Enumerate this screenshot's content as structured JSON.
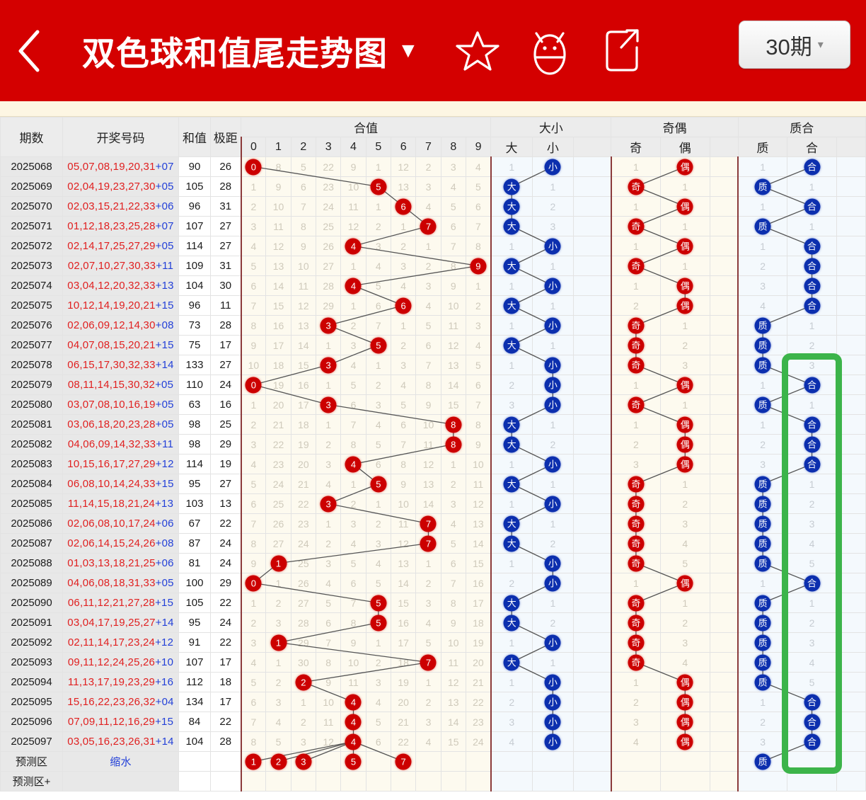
{
  "header": {
    "back_icon": "chevron-left-icon",
    "title": "双色球和值尾走势图",
    "title_caret": "▼",
    "icons": [
      "star-icon",
      "robot-icon",
      "share-icon"
    ],
    "period_label": "30期",
    "period_caret": "▾",
    "bar_color": "#d40000"
  },
  "columns": {
    "issue": "期数",
    "numbers": "开奖号码",
    "sum": "和值",
    "span": "极距",
    "groups": [
      {
        "name": "合值",
        "subs": [
          "0",
          "1",
          "2",
          "3",
          "4",
          "5",
          "6",
          "7",
          "8",
          "9"
        ]
      },
      {
        "name": "大小",
        "subs": [
          "大",
          "小"
        ]
      },
      {
        "name": "奇偶",
        "subs": [
          "奇",
          "偶"
        ]
      },
      {
        "name": "质合",
        "subs": [
          "质",
          "合"
        ]
      }
    ]
  },
  "chart_data": {
    "type": "table",
    "title": "双色球和值尾走势图",
    "columns": [
      "期数",
      "开奖号码",
      "和值",
      "极距",
      "合值 0-9",
      "大小",
      "奇偶",
      "质合"
    ],
    "sumtail_axis": [
      0,
      1,
      2,
      3,
      4,
      5,
      6,
      7,
      8,
      9
    ],
    "rows": [
      {
        "issue": "2025068",
        "reds": "05,07,08,19,20,31",
        "blue": "07",
        "sum": 90,
        "span": 26,
        "tail": 0,
        "miss": [
          0,
          8,
          5,
          22,
          9,
          1,
          12,
          2,
          3,
          4
        ],
        "ds": "小",
        "ds_miss": {
          "大": "1",
          "小": ""
        },
        "oe": "偶",
        "oe_miss": {
          "奇": "1",
          "偶": ""
        },
        "pc": "合",
        "pc_miss": {
          "质": "1",
          "合": ""
        }
      },
      {
        "issue": "2025069",
        "reds": "02,04,19,23,27,30",
        "blue": "05",
        "sum": 105,
        "span": 28,
        "tail": 5,
        "miss": [
          1,
          9,
          6,
          23,
          10,
          5,
          13,
          3,
          4,
          5
        ],
        "ds": "大",
        "ds_miss": {
          "大": "",
          "小": "1"
        },
        "oe": "奇",
        "oe_miss": {
          "奇": "",
          "偶": "1"
        },
        "pc": "质",
        "pc_miss": {
          "质": "",
          "合": "1"
        }
      },
      {
        "issue": "2025070",
        "reds": "02,03,15,21,22,33",
        "blue": "06",
        "sum": 96,
        "span": 31,
        "tail": 6,
        "miss": [
          2,
          10,
          7,
          24,
          11,
          1,
          6,
          4,
          5,
          6
        ],
        "ds": "大",
        "ds_miss": {
          "大": "",
          "小": "2"
        },
        "oe": "偶",
        "oe_miss": {
          "奇": "1",
          "偶": ""
        },
        "pc": "合",
        "pc_miss": {
          "质": "1",
          "合": ""
        }
      },
      {
        "issue": "2025071",
        "reds": "01,12,18,23,25,28",
        "blue": "07",
        "sum": 107,
        "span": 27,
        "tail": 7,
        "miss": [
          3,
          11,
          8,
          25,
          12,
          2,
          1,
          7,
          6,
          7
        ],
        "ds": "大",
        "ds_miss": {
          "大": "",
          "小": "3"
        },
        "oe": "奇",
        "oe_miss": {
          "奇": "",
          "偶": "1"
        },
        "pc": "质",
        "pc_miss": {
          "质": "",
          "合": "1"
        }
      },
      {
        "issue": "2025072",
        "reds": "02,14,17,25,27,29",
        "blue": "05",
        "sum": 114,
        "span": 27,
        "tail": 4,
        "miss": [
          4,
          12,
          9,
          26,
          4,
          3,
          2,
          1,
          7,
          8
        ],
        "ds": "小",
        "ds_miss": {
          "大": "1",
          "小": ""
        },
        "oe": "偶",
        "oe_miss": {
          "奇": "1",
          "偶": ""
        },
        "pc": "合",
        "pc_miss": {
          "质": "1",
          "合": ""
        }
      },
      {
        "issue": "2025073",
        "reds": "02,07,10,27,30,33",
        "blue": "11",
        "sum": 109,
        "span": 31,
        "tail": 9,
        "miss": [
          5,
          13,
          10,
          27,
          1,
          4,
          3,
          2,
          8,
          9
        ],
        "ds": "大",
        "ds_miss": {
          "大": "",
          "小": "1"
        },
        "oe": "奇",
        "oe_miss": {
          "奇": "",
          "偶": "1"
        },
        "pc": "合",
        "pc_miss": {
          "质": "2",
          "合": ""
        }
      },
      {
        "issue": "2025074",
        "reds": "03,04,12,20,32,33",
        "blue": "13",
        "sum": 104,
        "span": 30,
        "tail": 4,
        "miss": [
          6,
          14,
          11,
          28,
          4,
          5,
          4,
          3,
          9,
          1
        ],
        "ds": "小",
        "ds_miss": {
          "大": "1",
          "小": ""
        },
        "oe": "偶",
        "oe_miss": {
          "奇": "1",
          "偶": ""
        },
        "pc": "合",
        "pc_miss": {
          "质": "3",
          "合": ""
        }
      },
      {
        "issue": "2025075",
        "reds": "10,12,14,19,20,21",
        "blue": "15",
        "sum": 96,
        "span": 11,
        "tail": 6,
        "miss": [
          7,
          15,
          12,
          29,
          1,
          6,
          6,
          4,
          10,
          2
        ],
        "ds": "大",
        "ds_miss": {
          "大": "",
          "小": "1"
        },
        "oe": "偶",
        "oe_miss": {
          "奇": "2",
          "偶": ""
        },
        "pc": "合",
        "pc_miss": {
          "质": "4",
          "合": ""
        }
      },
      {
        "issue": "2025076",
        "reds": "02,06,09,12,14,30",
        "blue": "08",
        "sum": 73,
        "span": 28,
        "tail": 3,
        "miss": [
          8,
          16,
          13,
          3,
          2,
          7,
          1,
          5,
          11,
          3
        ],
        "ds": "小",
        "ds_miss": {
          "大": "1",
          "小": ""
        },
        "oe": "奇",
        "oe_miss": {
          "奇": "",
          "偶": "1"
        },
        "pc": "质",
        "pc_miss": {
          "质": "",
          "合": "1"
        }
      },
      {
        "issue": "2025077",
        "reds": "04,07,08,15,20,21",
        "blue": "15",
        "sum": 75,
        "span": 17,
        "tail": 5,
        "miss": [
          9,
          17,
          14,
          1,
          3,
          5,
          2,
          6,
          12,
          4
        ],
        "ds": "大",
        "ds_miss": {
          "大": "",
          "小": "1"
        },
        "oe": "奇",
        "oe_miss": {
          "奇": "",
          "偶": "2"
        },
        "pc": "质",
        "pc_miss": {
          "质": "",
          "合": "2"
        }
      },
      {
        "issue": "2025078",
        "reds": "06,15,17,30,32,33",
        "blue": "14",
        "sum": 133,
        "span": 27,
        "tail": 3,
        "miss": [
          10,
          18,
          15,
          3,
          4,
          1,
          3,
          7,
          13,
          5
        ],
        "ds": "小",
        "ds_miss": {
          "大": "1",
          "小": ""
        },
        "oe": "奇",
        "oe_miss": {
          "奇": "",
          "偶": "3"
        },
        "pc": "质",
        "pc_miss": {
          "质": "",
          "合": "3"
        }
      },
      {
        "issue": "2025079",
        "reds": "08,11,14,15,30,32",
        "blue": "05",
        "sum": 110,
        "span": 24,
        "tail": 0,
        "miss": [
          0,
          19,
          16,
          1,
          5,
          2,
          4,
          8,
          14,
          6
        ],
        "ds": "小",
        "ds_miss": {
          "大": "2",
          "小": ""
        },
        "oe": "偶",
        "oe_miss": {
          "奇": "1",
          "偶": ""
        },
        "pc": "合",
        "pc_miss": {
          "质": "1",
          "合": ""
        }
      },
      {
        "issue": "2025080",
        "reds": "03,07,08,10,16,19",
        "blue": "05",
        "sum": 63,
        "span": 16,
        "tail": 3,
        "miss": [
          1,
          20,
          17,
          3,
          6,
          3,
          5,
          9,
          15,
          7
        ],
        "ds": "小",
        "ds_miss": {
          "大": "3",
          "小": ""
        },
        "oe": "奇",
        "oe_miss": {
          "奇": "",
          "偶": "1"
        },
        "pc": "质",
        "pc_miss": {
          "质": "",
          "合": "1"
        }
      },
      {
        "issue": "2025081",
        "reds": "03,06,18,20,23,28",
        "blue": "05",
        "sum": 98,
        "span": 25,
        "tail": 8,
        "miss": [
          2,
          21,
          18,
          1,
          7,
          4,
          6,
          10,
          8,
          8
        ],
        "ds": "大",
        "ds_miss": {
          "大": "",
          "小": "1"
        },
        "oe": "偶",
        "oe_miss": {
          "奇": "1",
          "偶": ""
        },
        "pc": "合",
        "pc_miss": {
          "质": "1",
          "合": ""
        }
      },
      {
        "issue": "2025082",
        "reds": "04,06,09,14,32,33",
        "blue": "11",
        "sum": 98,
        "span": 29,
        "tail": 8,
        "miss": [
          3,
          22,
          19,
          2,
          8,
          5,
          7,
          11,
          8,
          9
        ],
        "ds": "大",
        "ds_miss": {
          "大": "",
          "小": "2"
        },
        "oe": "偶",
        "oe_miss": {
          "奇": "2",
          "偶": ""
        },
        "pc": "合",
        "pc_miss": {
          "质": "2",
          "合": ""
        }
      },
      {
        "issue": "2025083",
        "reds": "10,15,16,17,27,29",
        "blue": "12",
        "sum": 114,
        "span": 19,
        "tail": 4,
        "miss": [
          4,
          23,
          20,
          3,
          4,
          6,
          8,
          12,
          1,
          10
        ],
        "ds": "小",
        "ds_miss": {
          "大": "1",
          "小": ""
        },
        "oe": "偶",
        "oe_miss": {
          "奇": "3",
          "偶": ""
        },
        "pc": "合",
        "pc_miss": {
          "质": "3",
          "合": ""
        }
      },
      {
        "issue": "2025084",
        "reds": "06,08,10,14,24,33",
        "blue": "15",
        "sum": 95,
        "span": 27,
        "tail": 5,
        "miss": [
          5,
          24,
          21,
          4,
          1,
          5,
          9,
          13,
          2,
          11
        ],
        "ds": "大",
        "ds_miss": {
          "大": "",
          "小": "1"
        },
        "oe": "奇",
        "oe_miss": {
          "奇": "",
          "偶": "1"
        },
        "pc": "质",
        "pc_miss": {
          "质": "",
          "合": "1"
        }
      },
      {
        "issue": "2025085",
        "reds": "11,14,15,18,21,24",
        "blue": "13",
        "sum": 103,
        "span": 13,
        "tail": 3,
        "miss": [
          6,
          25,
          22,
          3,
          2,
          1,
          10,
          14,
          3,
          12
        ],
        "ds": "小",
        "ds_miss": {
          "大": "1",
          "小": ""
        },
        "oe": "奇",
        "oe_miss": {
          "奇": "",
          "偶": "2"
        },
        "pc": "质",
        "pc_miss": {
          "质": "",
          "合": "2"
        }
      },
      {
        "issue": "2025086",
        "reds": "02,06,08,10,17,24",
        "blue": "06",
        "sum": 67,
        "span": 22,
        "tail": 7,
        "miss": [
          7,
          26,
          23,
          1,
          3,
          2,
          11,
          7,
          4,
          13
        ],
        "ds": "大",
        "ds_miss": {
          "大": "",
          "小": "1"
        },
        "oe": "奇",
        "oe_miss": {
          "奇": "",
          "偶": "3"
        },
        "pc": "质",
        "pc_miss": {
          "质": "",
          "合": "3"
        }
      },
      {
        "issue": "2025087",
        "reds": "02,06,14,15,24,26",
        "blue": "08",
        "sum": 87,
        "span": 24,
        "tail": 7,
        "miss": [
          8,
          27,
          24,
          2,
          4,
          3,
          12,
          7,
          5,
          14
        ],
        "ds": "大",
        "ds_miss": {
          "大": "",
          "小": "2"
        },
        "oe": "奇",
        "oe_miss": {
          "奇": "",
          "偶": "4"
        },
        "pc": "质",
        "pc_miss": {
          "质": "",
          "合": "4"
        }
      },
      {
        "issue": "2025088",
        "reds": "01,03,13,18,21,25",
        "blue": "06",
        "sum": 81,
        "span": 24,
        "tail": 1,
        "miss": [
          9,
          1,
          25,
          3,
          5,
          4,
          13,
          1,
          6,
          15
        ],
        "ds": "小",
        "ds_miss": {
          "大": "1",
          "小": ""
        },
        "oe": "奇",
        "oe_miss": {
          "奇": "",
          "偶": "5"
        },
        "pc": "质",
        "pc_miss": {
          "质": "",
          "合": "5"
        }
      },
      {
        "issue": "2025089",
        "reds": "04,06,08,18,31,33",
        "blue": "05",
        "sum": 100,
        "span": 29,
        "tail": 0,
        "miss": [
          0,
          1,
          26,
          4,
          6,
          5,
          14,
          2,
          7,
          16
        ],
        "ds": "小",
        "ds_miss": {
          "大": "2",
          "小": ""
        },
        "oe": "偶",
        "oe_miss": {
          "奇": "1",
          "偶": ""
        },
        "pc": "合",
        "pc_miss": {
          "质": "1",
          "合": ""
        }
      },
      {
        "issue": "2025090",
        "reds": "06,11,12,21,27,28",
        "blue": "15",
        "sum": 105,
        "span": 22,
        "tail": 5,
        "miss": [
          1,
          2,
          27,
          5,
          7,
          5,
          15,
          3,
          8,
          17
        ],
        "ds": "大",
        "ds_miss": {
          "大": "",
          "小": "1"
        },
        "oe": "奇",
        "oe_miss": {
          "奇": "",
          "偶": "1"
        },
        "pc": "质",
        "pc_miss": {
          "质": "",
          "合": "1"
        }
      },
      {
        "issue": "2025091",
        "reds": "03,04,17,19,25,27",
        "blue": "14",
        "sum": 95,
        "span": 24,
        "tail": 5,
        "miss": [
          2,
          3,
          28,
          6,
          8,
          5,
          16,
          4,
          9,
          18
        ],
        "ds": "大",
        "ds_miss": {
          "大": "",
          "小": "2"
        },
        "oe": "奇",
        "oe_miss": {
          "奇": "",
          "偶": "2"
        },
        "pc": "质",
        "pc_miss": {
          "质": "",
          "合": "2"
        }
      },
      {
        "issue": "2025092",
        "reds": "02,11,14,17,23,24",
        "blue": "12",
        "sum": 91,
        "span": 22,
        "tail": 1,
        "miss": [
          3,
          1,
          29,
          7,
          9,
          1,
          17,
          5,
          10,
          19
        ],
        "ds": "小",
        "ds_miss": {
          "大": "1",
          "小": ""
        },
        "oe": "奇",
        "oe_miss": {
          "奇": "",
          "偶": "3"
        },
        "pc": "质",
        "pc_miss": {
          "质": "",
          "合": "3"
        }
      },
      {
        "issue": "2025093",
        "reds": "09,11,12,24,25,26",
        "blue": "10",
        "sum": 107,
        "span": 17,
        "tail": 7,
        "miss": [
          4,
          1,
          30,
          8,
          10,
          2,
          18,
          7,
          11,
          20
        ],
        "ds": "大",
        "ds_miss": {
          "大": "",
          "小": "1"
        },
        "oe": "奇",
        "oe_miss": {
          "奇": "",
          "偶": "4"
        },
        "pc": "质",
        "pc_miss": {
          "质": "",
          "合": "4"
        }
      },
      {
        "issue": "2025094",
        "reds": "11,13,17,19,23,29",
        "blue": "16",
        "sum": 112,
        "span": 18,
        "tail": 2,
        "miss": [
          5,
          2,
          2,
          9,
          11,
          3,
          19,
          1,
          12,
          21
        ],
        "ds": "小",
        "ds_miss": {
          "大": "1",
          "小": ""
        },
        "oe": "偶",
        "oe_miss": {
          "奇": "1",
          "偶": ""
        },
        "pc": "质",
        "pc_miss": {
          "质": "",
          "合": "5"
        }
      },
      {
        "issue": "2025095",
        "reds": "15,16,22,23,26,32",
        "blue": "04",
        "sum": 134,
        "span": 17,
        "tail": 4,
        "miss": [
          6,
          3,
          1,
          10,
          4,
          4,
          20,
          2,
          13,
          22
        ],
        "ds": "小",
        "ds_miss": {
          "大": "2",
          "小": ""
        },
        "oe": "偶",
        "oe_miss": {
          "奇": "2",
          "偶": ""
        },
        "pc": "合",
        "pc_miss": {
          "质": "1",
          "合": ""
        }
      },
      {
        "issue": "2025096",
        "reds": "07,09,11,12,16,29",
        "blue": "15",
        "sum": 84,
        "span": 22,
        "tail": 4,
        "miss": [
          7,
          4,
          2,
          11,
          4,
          5,
          21,
          3,
          14,
          23
        ],
        "ds": "小",
        "ds_miss": {
          "大": "3",
          "小": ""
        },
        "oe": "偶",
        "oe_miss": {
          "奇": "3",
          "偶": ""
        },
        "pc": "合",
        "pc_miss": {
          "质": "2",
          "合": ""
        }
      },
      {
        "issue": "2025097",
        "reds": "03,05,16,23,26,31",
        "blue": "14",
        "sum": 104,
        "span": 28,
        "tail": 4,
        "miss": [
          8,
          5,
          3,
          12,
          4,
          6,
          22,
          4,
          15,
          24
        ],
        "ds": "小",
        "ds_miss": {
          "大": "4",
          "小": ""
        },
        "oe": "偶",
        "oe_miss": {
          "奇": "4",
          "偶": ""
        },
        "pc": "合",
        "pc_miss": {
          "质": "3",
          "合": ""
        }
      }
    ],
    "prediction_rows": [
      {
        "issue": "预测区",
        "label": "缩水",
        "tails": [
          1,
          2,
          3,
          5,
          7
        ],
        "tail_cols": [
          0,
          1,
          2,
          4,
          6
        ],
        "pc": "质"
      },
      {
        "issue": "预测区+",
        "label": "",
        "tails": [],
        "tail_cols": [],
        "pc": ""
      }
    ],
    "highlight": {
      "color": "#3cb44a",
      "column": "合",
      "from_row": "2025078",
      "to_row": "2025097"
    }
  },
  "colors": {
    "red_ball": "#cc0000",
    "blue_ball": "#0c2fae",
    "header_bar": "#d40000",
    "highlight_green": "#3cb44a",
    "red_number": "#e02020",
    "blue_number": "#2340d8"
  }
}
